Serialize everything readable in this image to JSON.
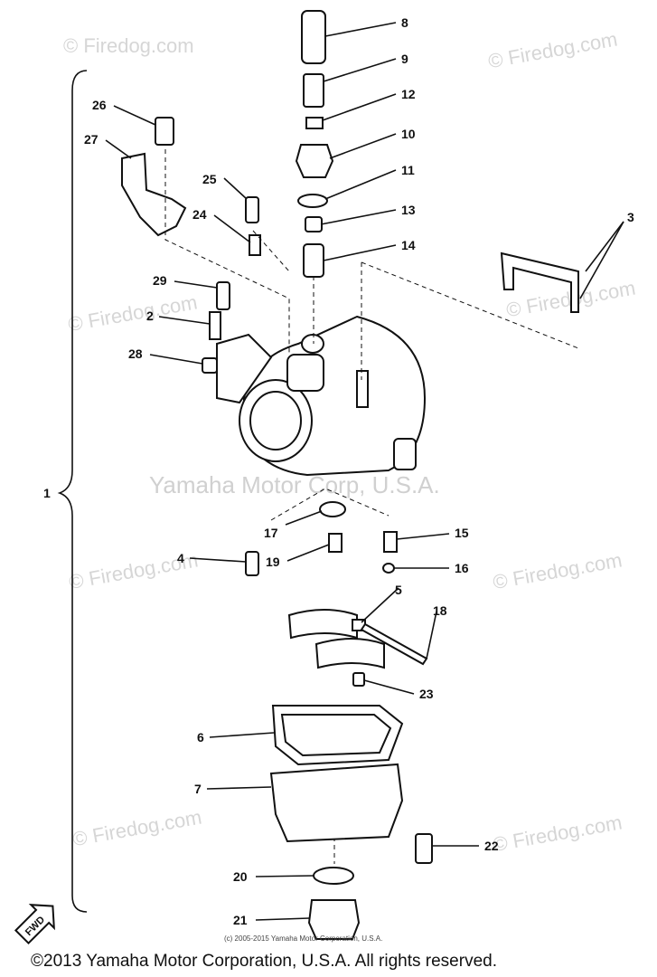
{
  "watermarks": {
    "firedog": "© Firedog.com",
    "center": "Yamaha Motor Corp, U.S.A."
  },
  "callouts": [
    "8",
    "9",
    "12",
    "10",
    "11",
    "13",
    "14",
    "3",
    "26",
    "27",
    "25",
    "24",
    "29",
    "2",
    "28",
    "1",
    "17",
    "15",
    "4",
    "19",
    "16",
    "5",
    "18",
    "23",
    "6",
    "7",
    "22",
    "20",
    "21"
  ],
  "fwd_label": "FWD",
  "small_copyright": "(c) 2005-2015 Yamaha Motor Corporation, U.S.A.",
  "footer": "©2013 Yamaha Motor Corporation, U.S.A. All rights reserved."
}
